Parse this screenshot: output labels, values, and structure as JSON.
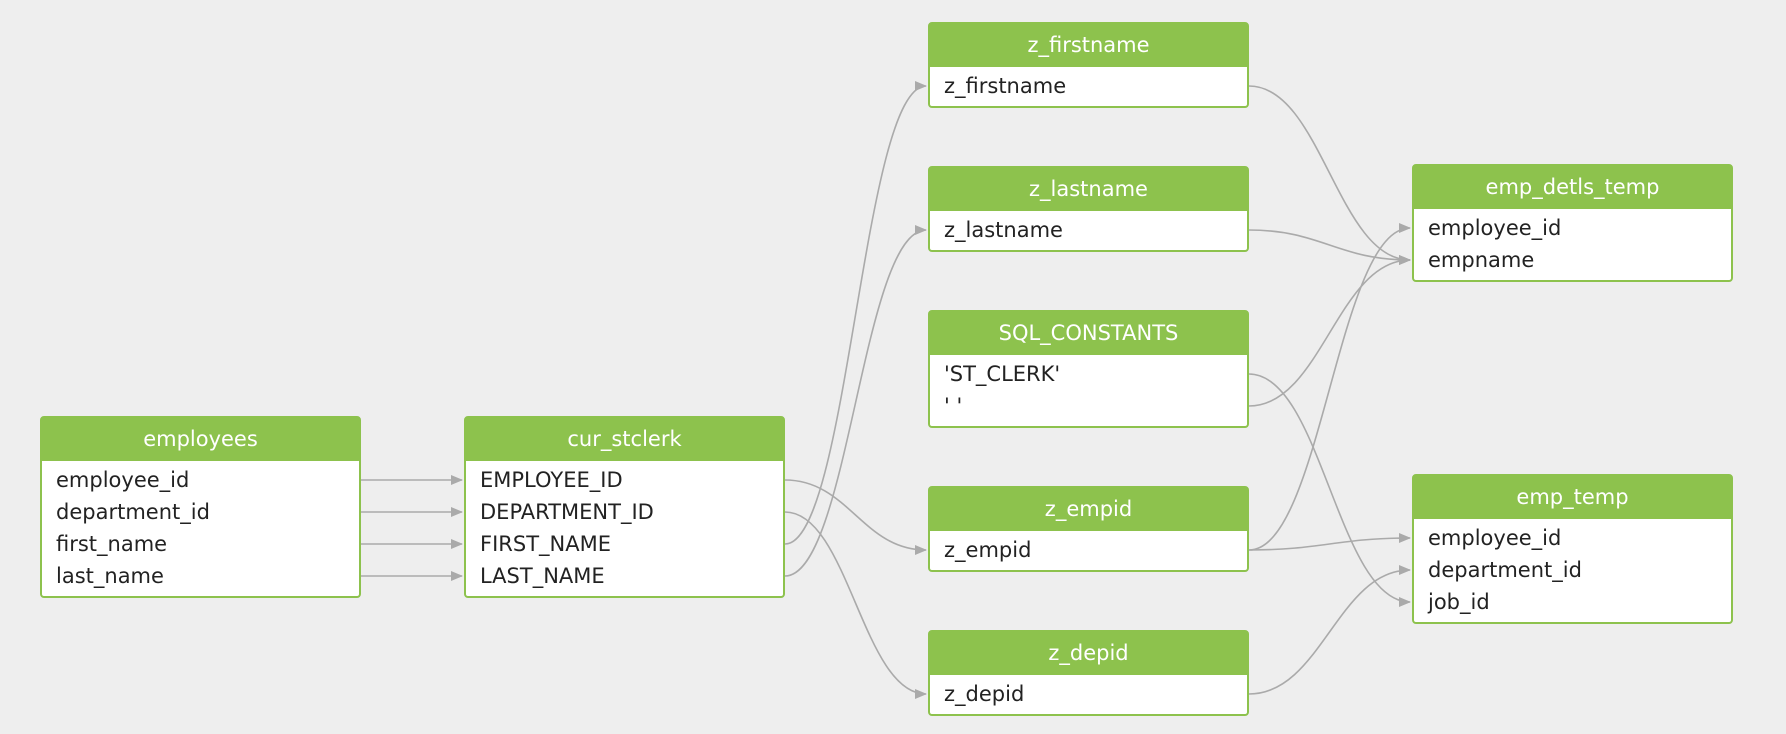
{
  "colors": {
    "header": "#8dc24d",
    "edge": "#aaaaaa",
    "background": "#eeeeee"
  },
  "nodes": {
    "employees": {
      "title": "employees",
      "fields": [
        "employee_id",
        "department_id",
        "first_name",
        "last_name"
      ]
    },
    "cur_stclerk": {
      "title": "cur_stclerk",
      "fields": [
        "EMPLOYEE_ID",
        "DEPARTMENT_ID",
        "FIRST_NAME",
        "LAST_NAME"
      ]
    },
    "z_firstname": {
      "title": "z_firstname",
      "fields": [
        "z_firstname"
      ]
    },
    "z_lastname": {
      "title": "z_lastname",
      "fields": [
        "z_lastname"
      ]
    },
    "sql_constants": {
      "title": "SQL_CONSTANTS",
      "fields": [
        "'ST_CLERK'",
        "' '"
      ]
    },
    "z_empid": {
      "title": "z_empid",
      "fields": [
        "z_empid"
      ]
    },
    "z_depid": {
      "title": "z_depid",
      "fields": [
        "z_depid"
      ]
    },
    "emp_detls_temp": {
      "title": "emp_detls_temp",
      "fields": [
        "employee_id",
        "empname"
      ]
    },
    "emp_temp": {
      "title": "emp_temp",
      "fields": [
        "employee_id",
        "department_id",
        "job_id"
      ]
    }
  },
  "edges": [
    {
      "from": "employees.0",
      "to": "cur_stclerk.0"
    },
    {
      "from": "employees.1",
      "to": "cur_stclerk.1"
    },
    {
      "from": "employees.2",
      "to": "cur_stclerk.2"
    },
    {
      "from": "employees.3",
      "to": "cur_stclerk.3"
    },
    {
      "from": "cur_stclerk.0",
      "to": "z_empid.0"
    },
    {
      "from": "cur_stclerk.1",
      "to": "z_depid.0"
    },
    {
      "from": "cur_stclerk.2",
      "to": "z_firstname.0"
    },
    {
      "from": "cur_stclerk.3",
      "to": "z_lastname.0"
    },
    {
      "from": "z_firstname.0",
      "to": "emp_detls_temp.1"
    },
    {
      "from": "z_lastname.0",
      "to": "emp_detls_temp.1"
    },
    {
      "from": "sql_constants.1",
      "to": "emp_detls_temp.1"
    },
    {
      "from": "sql_constants.0",
      "to": "emp_temp.2"
    },
    {
      "from": "z_empid.0",
      "to": "emp_detls_temp.0"
    },
    {
      "from": "z_empid.0",
      "to": "emp_temp.0"
    },
    {
      "from": "z_depid.0",
      "to": "emp_temp.1"
    }
  ]
}
